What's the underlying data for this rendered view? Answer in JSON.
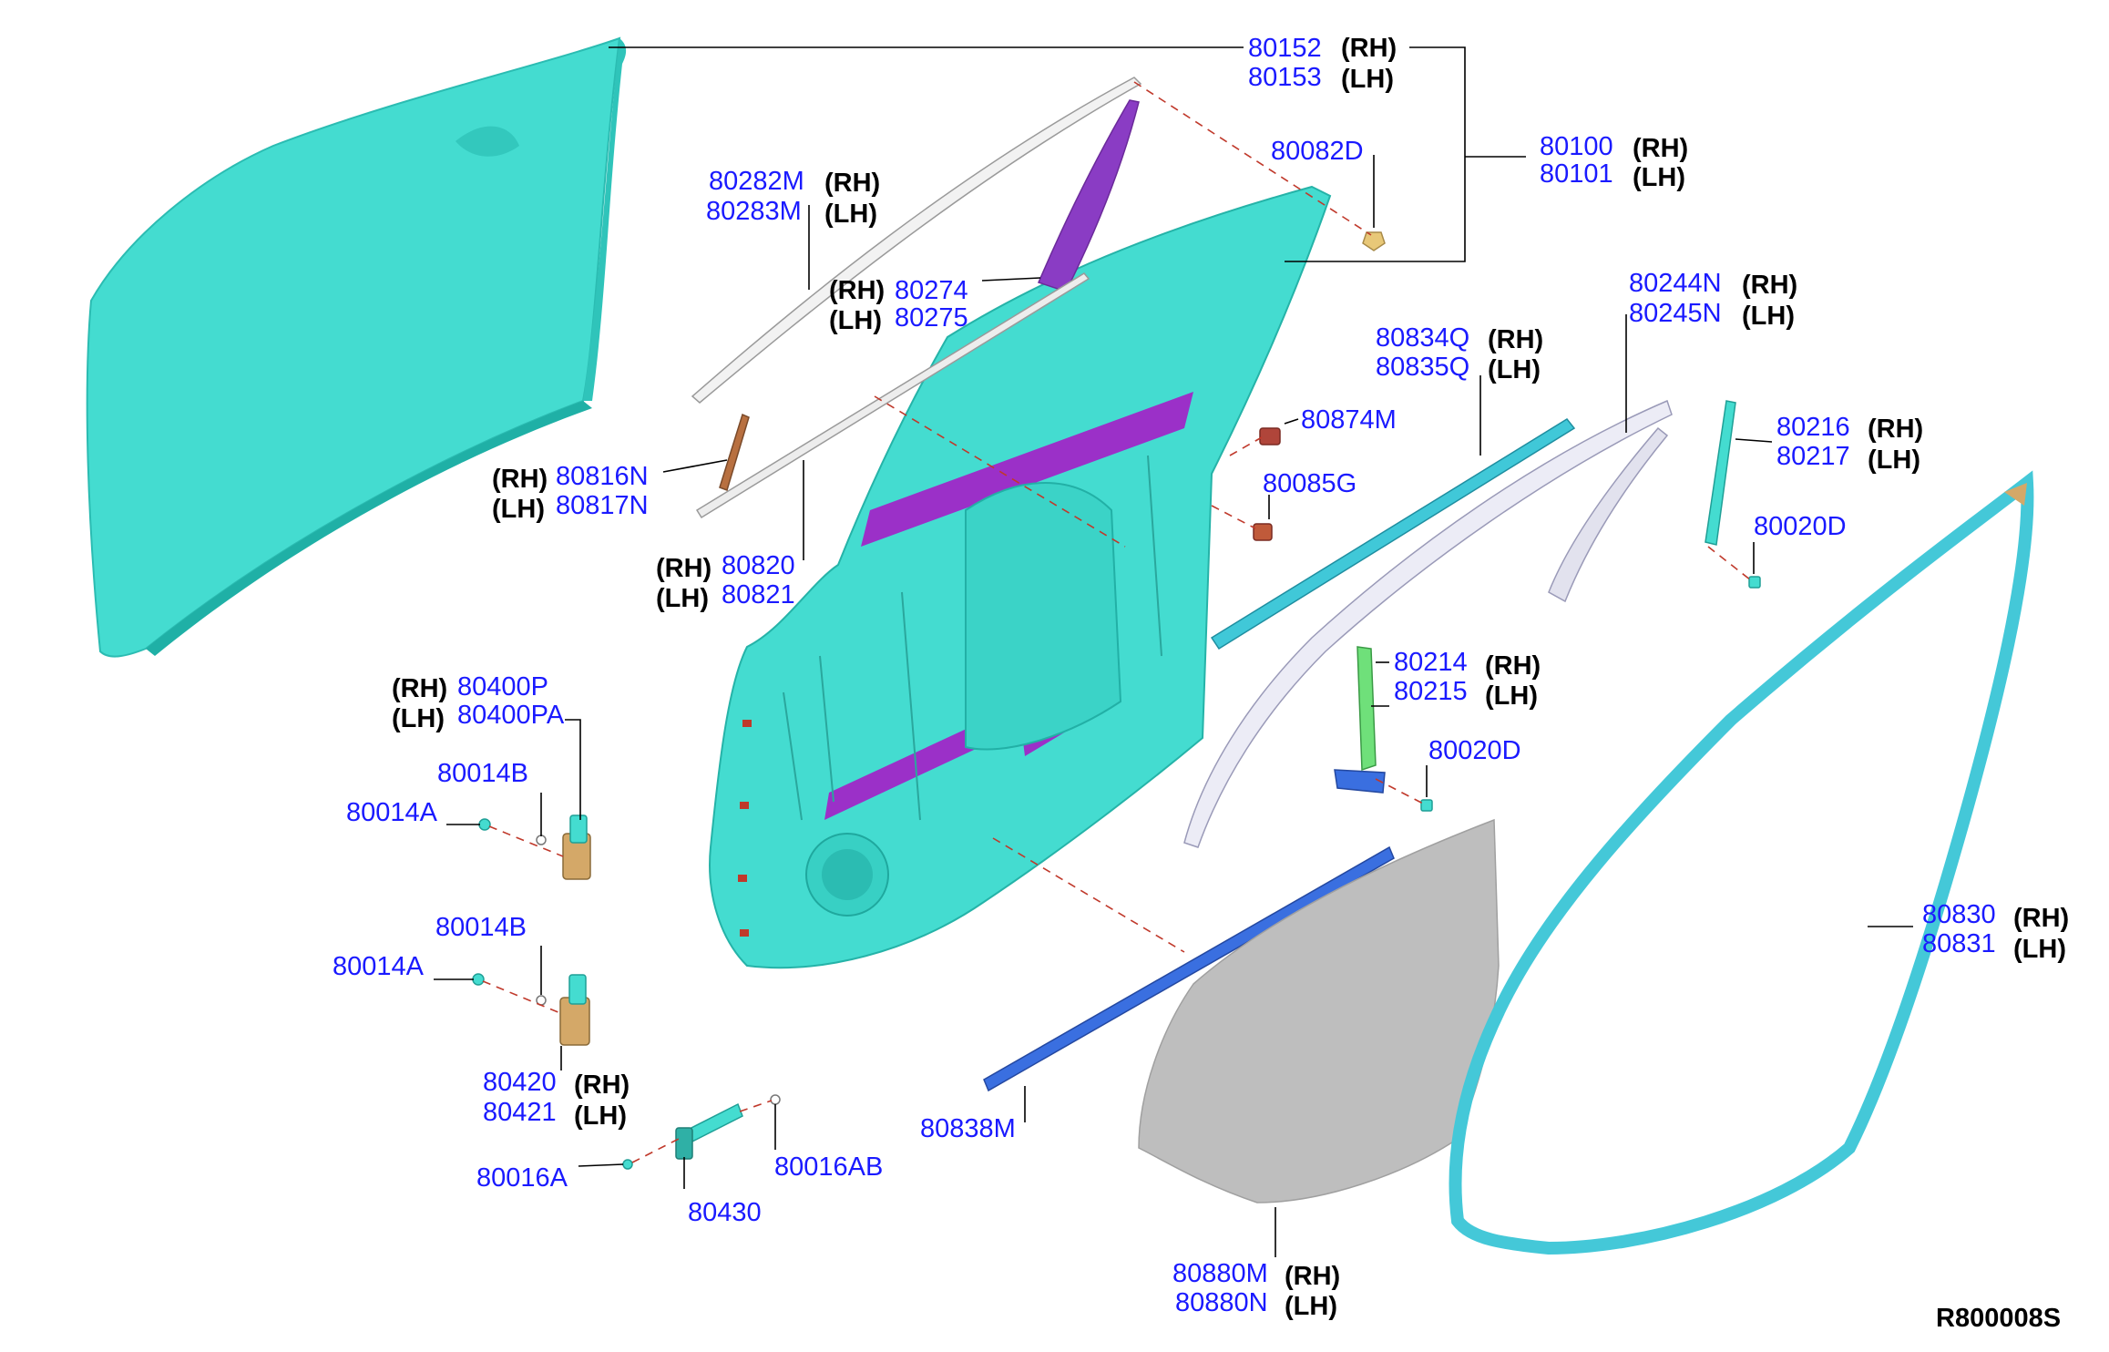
{
  "colors": {
    "panel": "#44dcd0",
    "panel_dark": "#21b8ae",
    "trim": "#9b30c8",
    "hardware": "#d4a868",
    "part_number": "#1a1aff",
    "leader": "#000000",
    "dashed_leader": "#c0392b",
    "liner": "#c2c2c2",
    "blue_strip": "#3a6fe0"
  },
  "callouts": {
    "c80152": {
      "pn": "80152",
      "side": "(RH)"
    },
    "c80153": {
      "pn": "80153",
      "side": "(LH)"
    },
    "c80100": {
      "pn": "80100",
      "side": "(RH)"
    },
    "c80101": {
      "pn": "80101",
      "side": "(LH)"
    },
    "c80082d": {
      "pn": "80082D"
    },
    "c80282m": {
      "pn": "80282M",
      "side": "(RH)"
    },
    "c80283m": {
      "pn": "80283M",
      "side": "(LH)"
    },
    "c80274": {
      "pn": "80274",
      "side": "(RH)"
    },
    "c80275": {
      "pn": "80275",
      "side": "(LH)"
    },
    "c80244n": {
      "pn": "80244N",
      "side": "(RH)"
    },
    "c80245n": {
      "pn": "80245N",
      "side": "(LH)"
    },
    "c80834q": {
      "pn": "80834Q",
      "side": "(RH)"
    },
    "c80835q": {
      "pn": "80835Q",
      "side": "(LH)"
    },
    "c80874m": {
      "pn": "80874M"
    },
    "c80085g": {
      "pn": "80085G"
    },
    "c80216": {
      "pn": "80216",
      "side": "(RH)"
    },
    "c80217": {
      "pn": "80217",
      "side": "(LH)"
    },
    "c80816n": {
      "pn": "80816N",
      "side": "(RH)"
    },
    "c80817n": {
      "pn": "80817N",
      "side": "(LH)"
    },
    "c80820": {
      "pn": "80820",
      "side": "(RH)"
    },
    "c80821": {
      "pn": "80821",
      "side": "(LH)"
    },
    "c80020d_a": {
      "pn": "80020D"
    },
    "c80214": {
      "pn": "80214",
      "side": "(RH)"
    },
    "c80215": {
      "pn": "80215",
      "side": "(LH)"
    },
    "c80020d_b": {
      "pn": "80020D"
    },
    "c80400p": {
      "pn": "80400P",
      "side": "(RH)"
    },
    "c80400pa": {
      "pn": "80400PA",
      "side": "(LH)"
    },
    "c80014b_a": {
      "pn": "80014B"
    },
    "c80014a_a": {
      "pn": "80014A"
    },
    "c80014b_b": {
      "pn": "80014B"
    },
    "c80014a_b": {
      "pn": "80014A"
    },
    "c80420": {
      "pn": "80420",
      "side": "(RH)"
    },
    "c80421": {
      "pn": "80421",
      "side": "(LH)"
    },
    "c80830": {
      "pn": "80830",
      "side": "(RH)"
    },
    "c80831": {
      "pn": "80831",
      "side": "(LH)"
    },
    "c80838m": {
      "pn": "80838M"
    },
    "c80016a": {
      "pn": "80016A"
    },
    "c80430": {
      "pn": "80430"
    },
    "c80016ab": {
      "pn": "80016AB"
    },
    "c80880m_rh": {
      "pn": "80880M",
      "side": "(RH)"
    },
    "c80880n_lh": {
      "pn": "80880N",
      "side": "(LH)"
    }
  },
  "reference_code": "R800008S"
}
